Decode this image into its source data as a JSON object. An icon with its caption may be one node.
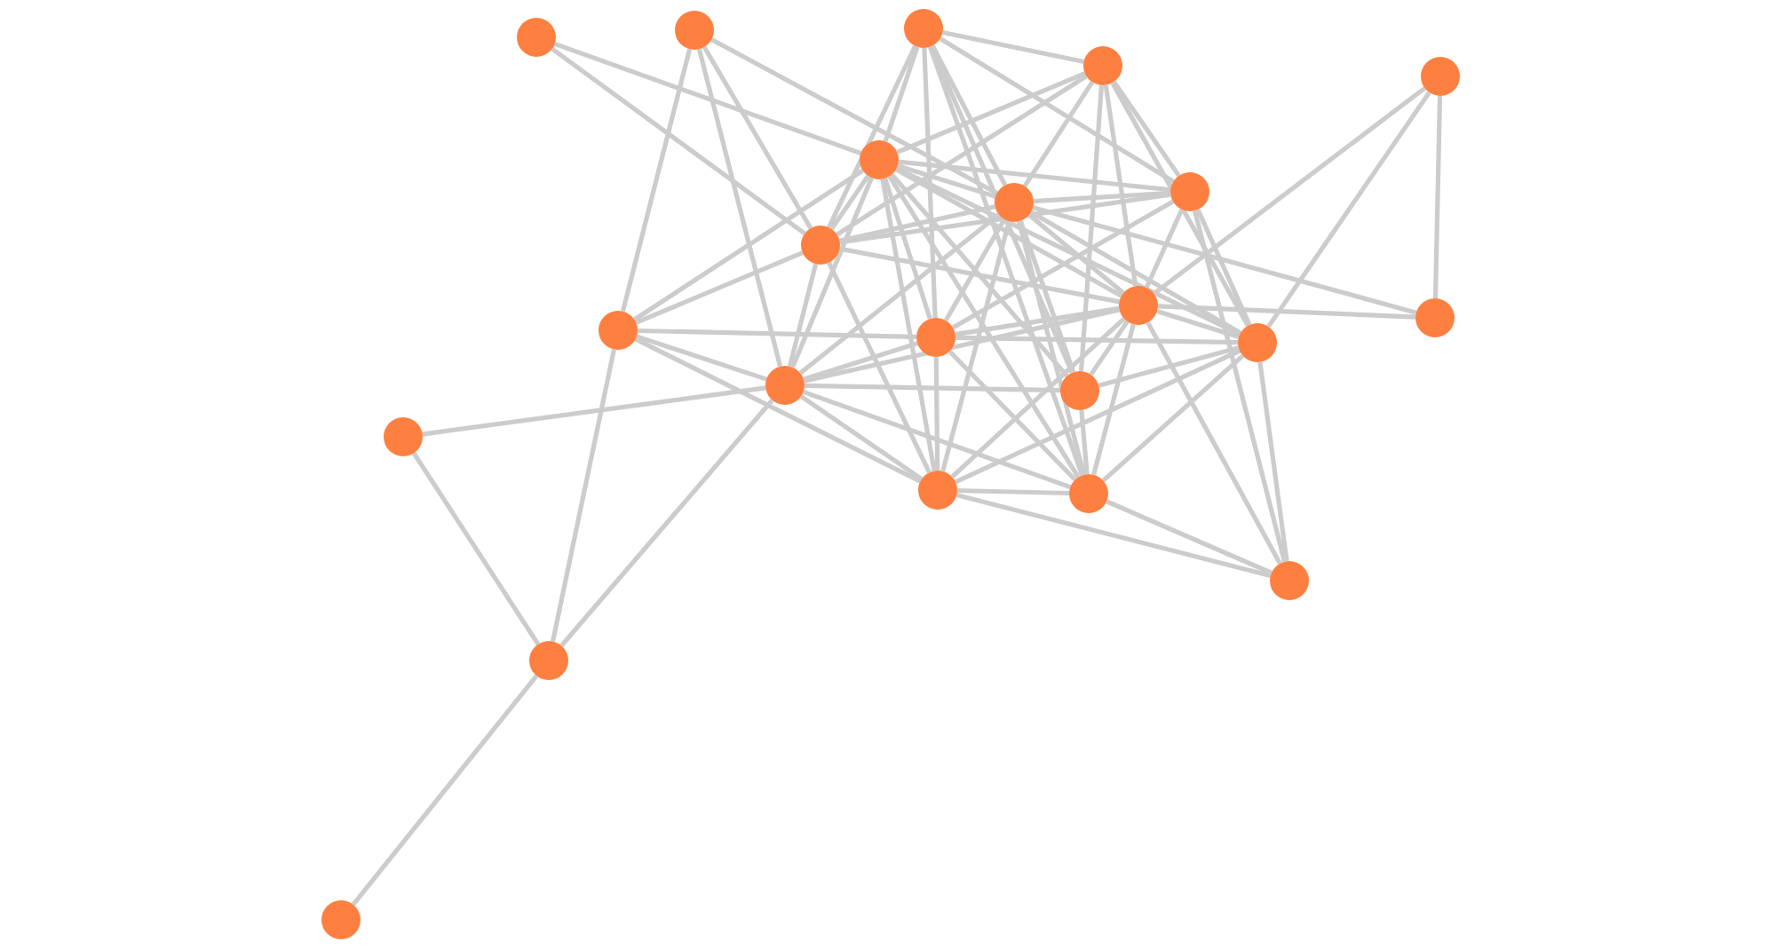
{
  "diagram": {
    "nodes": [
      {
        "text": [],
        "shape": "circle"
      },
      {
        "text": [],
        "shape": "circle"
      },
      {
        "text": [],
        "shape": "circle"
      },
      {
        "text": [],
        "shape": "circle"
      },
      {
        "text": [],
        "shape": "circle"
      },
      {
        "text": [],
        "shape": "circle"
      },
      {
        "text": [],
        "shape": "circle"
      },
      {
        "text": [],
        "shape": "circle"
      },
      {
        "text": [],
        "shape": "circle"
      },
      {
        "text": [],
        "shape": "circle"
      },
      {
        "text": [],
        "shape": "circle"
      },
      {
        "text": [],
        "shape": "circle"
      },
      {
        "text": [],
        "shape": "circle"
      },
      {
        "text": [],
        "shape": "circle"
      },
      {
        "text": [],
        "shape": "circle"
      },
      {
        "text": [],
        "shape": "circle"
      },
      {
        "text": [],
        "shape": "circle"
      },
      {
        "text": [],
        "shape": "circle"
      },
      {
        "text": [],
        "shape": "circle"
      },
      {
        "text": [],
        "shape": "circle"
      },
      {
        "text": [],
        "shape": "circle"
      },
      {
        "text": [],
        "shape": "circle"
      }
    ],
    "edges": [
      {
        "from": 0,
        "to": 8,
        "arrow": "none"
      },
      {
        "from": 0,
        "to": 5,
        "arrow": "none"
      },
      {
        "from": 1,
        "to": 9,
        "arrow": "none"
      },
      {
        "from": 1,
        "to": 15,
        "arrow": "none"
      },
      {
        "from": 1,
        "to": 8,
        "arrow": "none"
      },
      {
        "from": 1,
        "to": 6,
        "arrow": "none"
      },
      {
        "from": 2,
        "to": 3,
        "arrow": "none"
      },
      {
        "from": 2,
        "to": 5,
        "arrow": "none"
      },
      {
        "from": 2,
        "to": 8,
        "arrow": "none"
      },
      {
        "from": 2,
        "to": 10,
        "arrow": "none"
      },
      {
        "from": 2,
        "to": 6,
        "arrow": "none"
      },
      {
        "from": 2,
        "to": 7,
        "arrow": "none"
      },
      {
        "from": 2,
        "to": 16,
        "arrow": "none"
      },
      {
        "from": 2,
        "to": 18,
        "arrow": "none"
      },
      {
        "from": 3,
        "to": 5,
        "arrow": "none"
      },
      {
        "from": 3,
        "to": 8,
        "arrow": "none"
      },
      {
        "from": 3,
        "to": 6,
        "arrow": "none"
      },
      {
        "from": 3,
        "to": 7,
        "arrow": "none"
      },
      {
        "from": 3,
        "to": 11,
        "arrow": "none"
      },
      {
        "from": 3,
        "to": 16,
        "arrow": "none"
      },
      {
        "from": 3,
        "to": 12,
        "arrow": "none"
      },
      {
        "from": 4,
        "to": 13,
        "arrow": "none"
      },
      {
        "from": 4,
        "to": 12,
        "arrow": "none"
      },
      {
        "from": 4,
        "to": 11,
        "arrow": "none"
      },
      {
        "from": 13,
        "to": 11,
        "arrow": "none"
      },
      {
        "from": 13,
        "to": 6,
        "arrow": "none"
      },
      {
        "from": 19,
        "to": 12,
        "arrow": "none"
      },
      {
        "from": 19,
        "to": 7,
        "arrow": "none"
      },
      {
        "from": 19,
        "to": 11,
        "arrow": "none"
      },
      {
        "from": 19,
        "to": 18,
        "arrow": "none"
      },
      {
        "from": 19,
        "to": 17,
        "arrow": "none"
      },
      {
        "from": 20,
        "to": 14,
        "arrow": "none"
      },
      {
        "from": 20,
        "to": 9,
        "arrow": "none"
      },
      {
        "from": 20,
        "to": 15,
        "arrow": "none"
      },
      {
        "from": 20,
        "to": 21,
        "arrow": "none"
      },
      {
        "from": 14,
        "to": 15,
        "arrow": "none"
      },
      {
        "from": 9,
        "to": 8,
        "arrow": "none"
      },
      {
        "from": 9,
        "to": 5,
        "arrow": "none"
      },
      {
        "from": 9,
        "to": 10,
        "arrow": "none"
      },
      {
        "from": 9,
        "to": 15,
        "arrow": "none"
      },
      {
        "from": 9,
        "to": 17,
        "arrow": "none"
      },
      {
        "from": 15,
        "to": 8,
        "arrow": "none"
      },
      {
        "from": 15,
        "to": 5,
        "arrow": "none"
      },
      {
        "from": 15,
        "to": 10,
        "arrow": "none"
      },
      {
        "from": 15,
        "to": 6,
        "arrow": "none"
      },
      {
        "from": 15,
        "to": 16,
        "arrow": "none"
      },
      {
        "from": 15,
        "to": 17,
        "arrow": "none"
      },
      {
        "from": 15,
        "to": 18,
        "arrow": "none"
      },
      {
        "from": 15,
        "to": 11,
        "arrow": "none"
      },
      {
        "from": 17,
        "to": 10,
        "arrow": "none"
      },
      {
        "from": 17,
        "to": 18,
        "arrow": "none"
      },
      {
        "from": 17,
        "to": 8,
        "arrow": "none"
      },
      {
        "from": 17,
        "to": 5,
        "arrow": "none"
      },
      {
        "from": 17,
        "to": 6,
        "arrow": "none"
      },
      {
        "from": 17,
        "to": 11,
        "arrow": "none"
      },
      {
        "from": 17,
        "to": 12,
        "arrow": "none"
      },
      {
        "from": 18,
        "to": 10,
        "arrow": "none"
      },
      {
        "from": 18,
        "to": 11,
        "arrow": "none"
      },
      {
        "from": 18,
        "to": 12,
        "arrow": "none"
      },
      {
        "from": 18,
        "to": 6,
        "arrow": "none"
      },
      {
        "from": 18,
        "to": 5,
        "arrow": "none"
      },
      {
        "from": 18,
        "to": 16,
        "arrow": "none"
      },
      {
        "from": 16,
        "to": 5,
        "arrow": "none"
      },
      {
        "from": 16,
        "to": 6,
        "arrow": "none"
      },
      {
        "from": 16,
        "to": 11,
        "arrow": "none"
      },
      {
        "from": 16,
        "to": 12,
        "arrow": "none"
      },
      {
        "from": 10,
        "to": 6,
        "arrow": "none"
      },
      {
        "from": 10,
        "to": 5,
        "arrow": "none"
      },
      {
        "from": 10,
        "to": 11,
        "arrow": "none"
      },
      {
        "from": 10,
        "to": 12,
        "arrow": "none"
      },
      {
        "from": 10,
        "to": 7,
        "arrow": "none"
      },
      {
        "from": 12,
        "to": 7,
        "arrow": "none"
      },
      {
        "from": 12,
        "to": 11,
        "arrow": "none"
      },
      {
        "from": 12,
        "to": 6,
        "arrow": "none"
      },
      {
        "from": 12,
        "to": 5,
        "arrow": "none"
      },
      {
        "from": 11,
        "to": 7,
        "arrow": "none"
      },
      {
        "from": 11,
        "to": 6,
        "arrow": "none"
      },
      {
        "from": 11,
        "to": 5,
        "arrow": "none"
      },
      {
        "from": 11,
        "to": 8,
        "arrow": "none"
      },
      {
        "from": 7,
        "to": 6,
        "arrow": "none"
      },
      {
        "from": 7,
        "to": 8,
        "arrow": "none"
      },
      {
        "from": 7,
        "to": 5,
        "arrow": "none"
      },
      {
        "from": 6,
        "to": 5,
        "arrow": "none"
      },
      {
        "from": 6,
        "to": 8,
        "arrow": "none"
      },
      {
        "from": 5,
        "to": 8,
        "arrow": "none"
      }
    ]
  }
}
